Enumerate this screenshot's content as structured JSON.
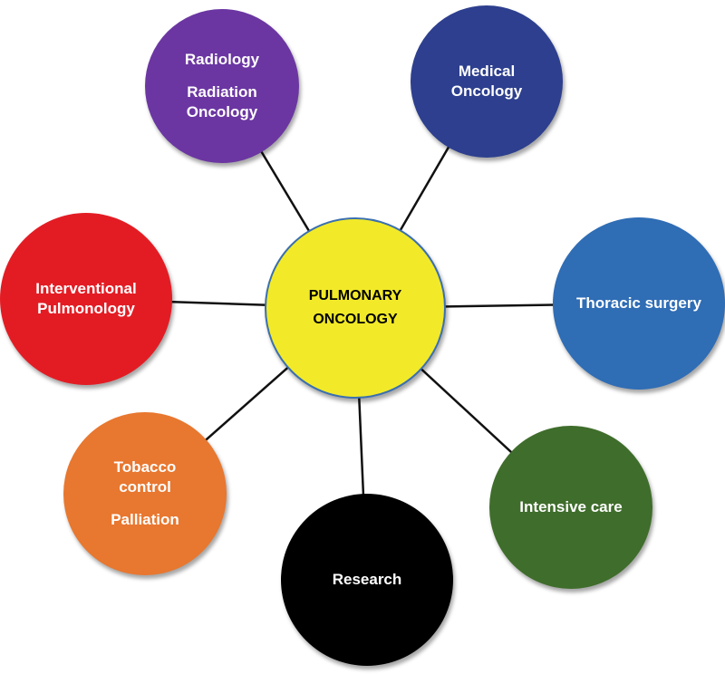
{
  "center": {
    "lines": [
      "PULMONARY",
      "ONCOLOGY"
    ],
    "color": "#f2ea28"
  },
  "nodes": [
    {
      "id": "radiology",
      "groups": [
        [
          "Radiology"
        ],
        [
          "Radiation",
          "Oncology"
        ]
      ],
      "color": "#6b36a2"
    },
    {
      "id": "medical-oncology",
      "groups": [
        [
          "Medical",
          "Oncology"
        ]
      ],
      "color": "#2d3f8e"
    },
    {
      "id": "thoracic-surgery",
      "groups": [
        [
          "Thoracic surgery"
        ]
      ],
      "color": "#2f6db5"
    },
    {
      "id": "intensive-care",
      "groups": [
        [
          "Intensive care"
        ]
      ],
      "color": "#3f6d2b"
    },
    {
      "id": "research",
      "groups": [
        [
          "Research"
        ]
      ],
      "color": "#000000"
    },
    {
      "id": "tobacco-palliation",
      "groups": [
        [
          "Tobacco",
          "control"
        ],
        [
          "Palliation"
        ]
      ],
      "color": "#e8772f"
    },
    {
      "id": "interventional-pulmonology",
      "groups": [
        [
          "Interventional",
          "Pulmonology"
        ]
      ],
      "color": "#e31c24"
    }
  ]
}
